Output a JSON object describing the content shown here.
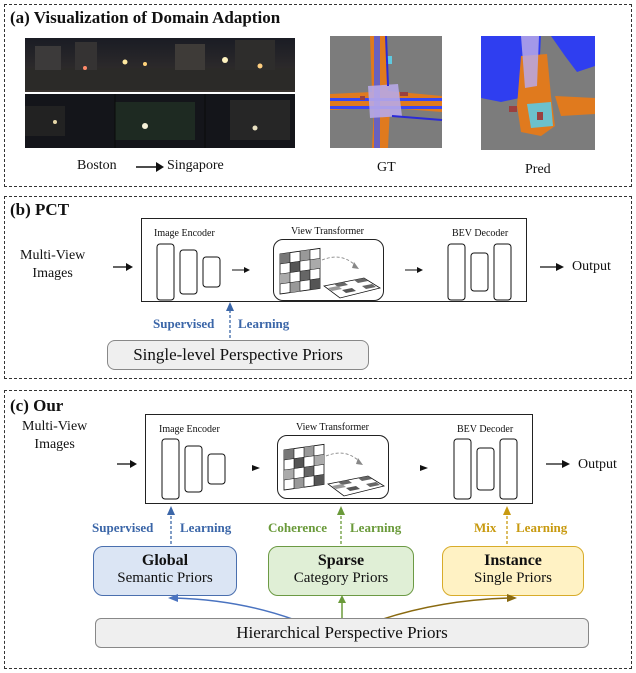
{
  "panel_a": {
    "title": "(a) Visualization of Domain Adaption",
    "source_domain": "Boston",
    "target_domain": "Singapore",
    "gt_label": "GT",
    "pred_label": "Pred"
  },
  "panel_b": {
    "title": "(b) PCT",
    "input_line1": "Multi-View",
    "input_line2": "Images",
    "encoder_label": "Image Encoder",
    "transformer_label": "View Transformer",
    "decoder_label": "BEV Decoder",
    "output_label": "Output",
    "supervision_word1": "Supervised",
    "supervision_word2": "Learning",
    "prior_label": "Single-level Perspective Priors"
  },
  "panel_c": {
    "title": "(c) Our",
    "input_line1": "Multi-View",
    "input_line2": "Images",
    "encoder_label": "Image Encoder",
    "transformer_label": "View Transformer",
    "decoder_label": "BEV Decoder",
    "output_label": "Output",
    "learning": [
      {
        "word1": "Supervised",
        "word2": "Learning",
        "color": "#3b66a8"
      },
      {
        "word1": "Coherence",
        "word2": "Learning",
        "color": "#6a9a3a"
      },
      {
        "word1": "Mix",
        "word2": "Learning",
        "color": "#c89a10"
      }
    ],
    "priors": [
      {
        "title": "Global",
        "subtitle": "Semantic Priors",
        "fill": "#dbe5f4",
        "border": "#4a6fae"
      },
      {
        "title": "Sparse",
        "subtitle": "Category Priors",
        "fill": "#e0efd6",
        "border": "#6c9a44"
      },
      {
        "title": "Instance",
        "subtitle": "Single Priors",
        "fill": "#fff2c4",
        "border": "#d8ac2a"
      }
    ],
    "hierarchical_label": "Hierarchical Perspective Priors"
  }
}
